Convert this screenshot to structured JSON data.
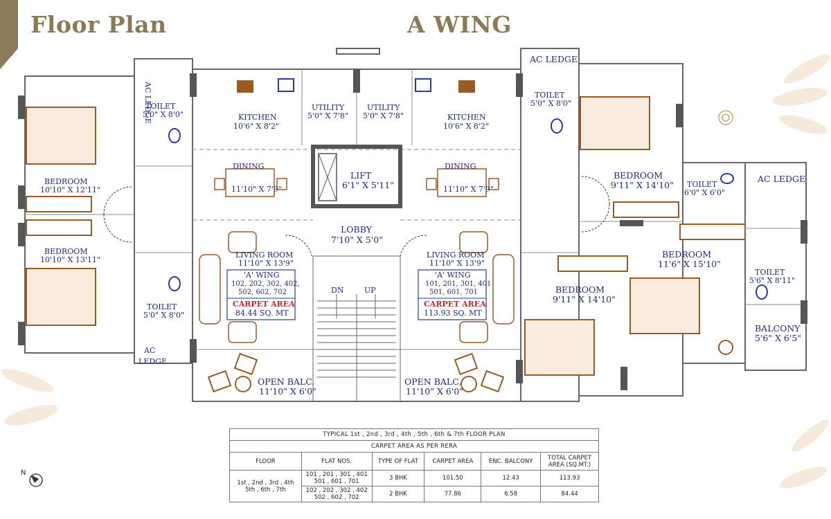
{
  "header": {
    "title": "Floor Plan",
    "wing": "A WING"
  },
  "plan": {
    "rooms": {
      "ac_ledge_top_left": "AC LEDGE",
      "ac_ledge_top_right": "AC LEDGE",
      "ac_ledge_right": "AC LEDGE",
      "ac_ledge_bottom_left": [
        "AC",
        "LEDGE"
      ],
      "toilet_tl": [
        "TOILET",
        "5'0\" X 8'0\""
      ],
      "toilet_bl": [
        "TOILET",
        "5'0\" X 8'0\""
      ],
      "toilet_tr": [
        "TOILET",
        "5'0\" X 8'0\""
      ],
      "toilet_r2": [
        "TOILET",
        "6'0\" X 6'0\""
      ],
      "toilet_r3": [
        "TOILET",
        "5'6\" X 8'11\""
      ],
      "kitchen_left": [
        "KITCHEN",
        "10'6\" X 8'2\""
      ],
      "kitchen_right": [
        "KITCHEN",
        "10'6\" X 8'2\""
      ],
      "utility_left": [
        "UTILITY",
        "5'0\" X 7'8\""
      ],
      "utility_right": [
        "UTILITY",
        "5'0\" X 7'8\""
      ],
      "dining_left": [
        "DINING",
        "11'10\" X 7'9\""
      ],
      "dining_right": [
        "DINING",
        "11'10\" X 7'9\""
      ],
      "lift": [
        "LIFT",
        "6'1\" X 5'11\""
      ],
      "lobby": [
        "LOBBY",
        "7'10\" X 5'0\""
      ],
      "living_left": [
        "LIVING ROOM",
        "11'10\" X 13'9\""
      ],
      "living_right": [
        "LIVING ROOM",
        "11'10\" X 13'9\""
      ],
      "bedroom_l1": [
        "BEDROOM",
        "10'10\" X 12'11\""
      ],
      "bedroom_l2": [
        "BEDROOM",
        "10'10\" X 13'11\""
      ],
      "bedroom_r1": [
        "BEDROOM",
        "9'11\" X 14'10\""
      ],
      "bedroom_r2": [
        "BEDROOM",
        "11'6\" X 15'10\""
      ],
      "bedroom_r3": [
        "BEDROOM",
        "9'11\" X 14'10\""
      ],
      "open_balc_left": [
        "OPEN BALC.",
        "11'10\" X 6'0\""
      ],
      "open_balc_right": [
        "OPEN BALC.",
        "11'10\" X 6'0\""
      ],
      "balcony_right": [
        "BALCONY",
        "5'6\" X 6'5\""
      ],
      "stair_dn": "DN",
      "stair_up": "UP"
    },
    "flat_left": {
      "wing": "'A' WING",
      "flats": [
        "102, 202, 302, 402,",
        "502, 602, 702"
      ],
      "area_label": "CARPET AREA",
      "area_value": "84.44 SQ. MT"
    },
    "flat_right": {
      "wing": "'A' WING",
      "flats": [
        "101, 201, 301, 401",
        "501, 601, 701"
      ],
      "area_label": "CARPET AREA",
      "area_value": "113.93 SQ. MT"
    }
  },
  "table": {
    "title": "TYPICAL 1st , 2nd , 3rd , 4th , 5th , 6th & 7th FLOOR PLAN",
    "subtitle": "CARPET AREA AS PER RERA",
    "headers": [
      "FLOOR",
      "FLAT NOS.",
      "TYPE OF FLAT",
      "CARPET AREA",
      "ENC. BALCONY",
      "TOTAL CARPET AREA (SQ.MT.)"
    ],
    "floor": [
      "1st , 2nd , 3rd , 4th",
      "5th , 6th , 7th"
    ],
    "rows": [
      {
        "flats": [
          "101 , 201 , 301 , 401",
          "501 , 601 , 701"
        ],
        "type": "3 BHK",
        "carpet": "101.50",
        "balcony": "12.43",
        "total": "113.93"
      },
      {
        "flats": [
          "102 , 202 , 302 , 402",
          "502 , 602 , 702"
        ],
        "type": "2 BHK",
        "carpet": "77.86",
        "balcony": "6.58",
        "total": "84.44"
      }
    ]
  },
  "compass": {
    "label": "N"
  },
  "colors": {
    "title": "#8b7a55",
    "label": "#1c2a7a",
    "red": "#c0262d",
    "wood": "#9b5a22"
  }
}
